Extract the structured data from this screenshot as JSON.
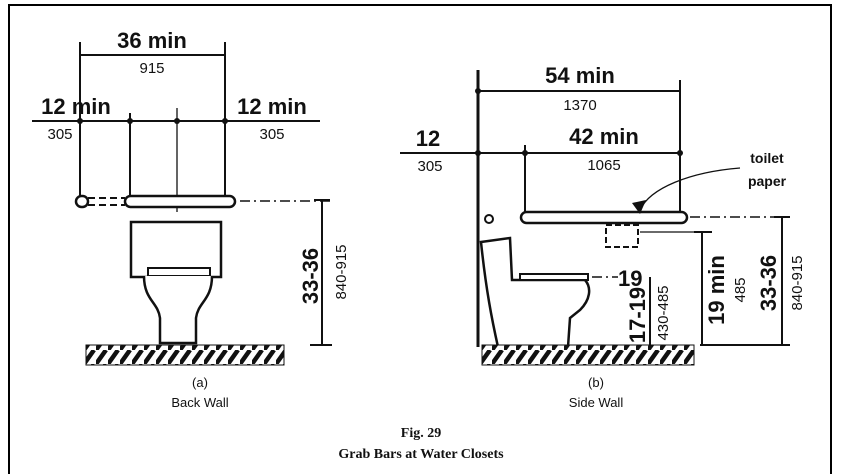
{
  "back_wall": {
    "total_width": "36 min",
    "total_width_mm": "915",
    "left_offset": "12 min",
    "left_offset_mm": "305",
    "right_offset": "12 min",
    "right_offset_mm": "305",
    "height": "33-36",
    "height_mm": "840-915",
    "caption_letter": "(a)",
    "caption_title": "Back Wall"
  },
  "side_wall": {
    "total_length": "54 min",
    "total_length_mm": "1370",
    "offset": "12",
    "offset_mm": "305",
    "bar_length": "42 min",
    "bar_length_mm": "1065",
    "toilet_paper_label_1": "toilet",
    "toilet_paper_label_2": "paper",
    "seat_height": "17-19",
    "seat_height_mm": "430-485",
    "seat_ref": "19",
    "paper_height": "19 min",
    "paper_height_mm": "485",
    "bar_height": "33-36",
    "bar_height_mm": "840-915",
    "caption_letter": "(b)",
    "caption_title": "Side Wall"
  },
  "figure": {
    "number": "Fig. 29",
    "title": "Grab Bars at Water Closets"
  }
}
